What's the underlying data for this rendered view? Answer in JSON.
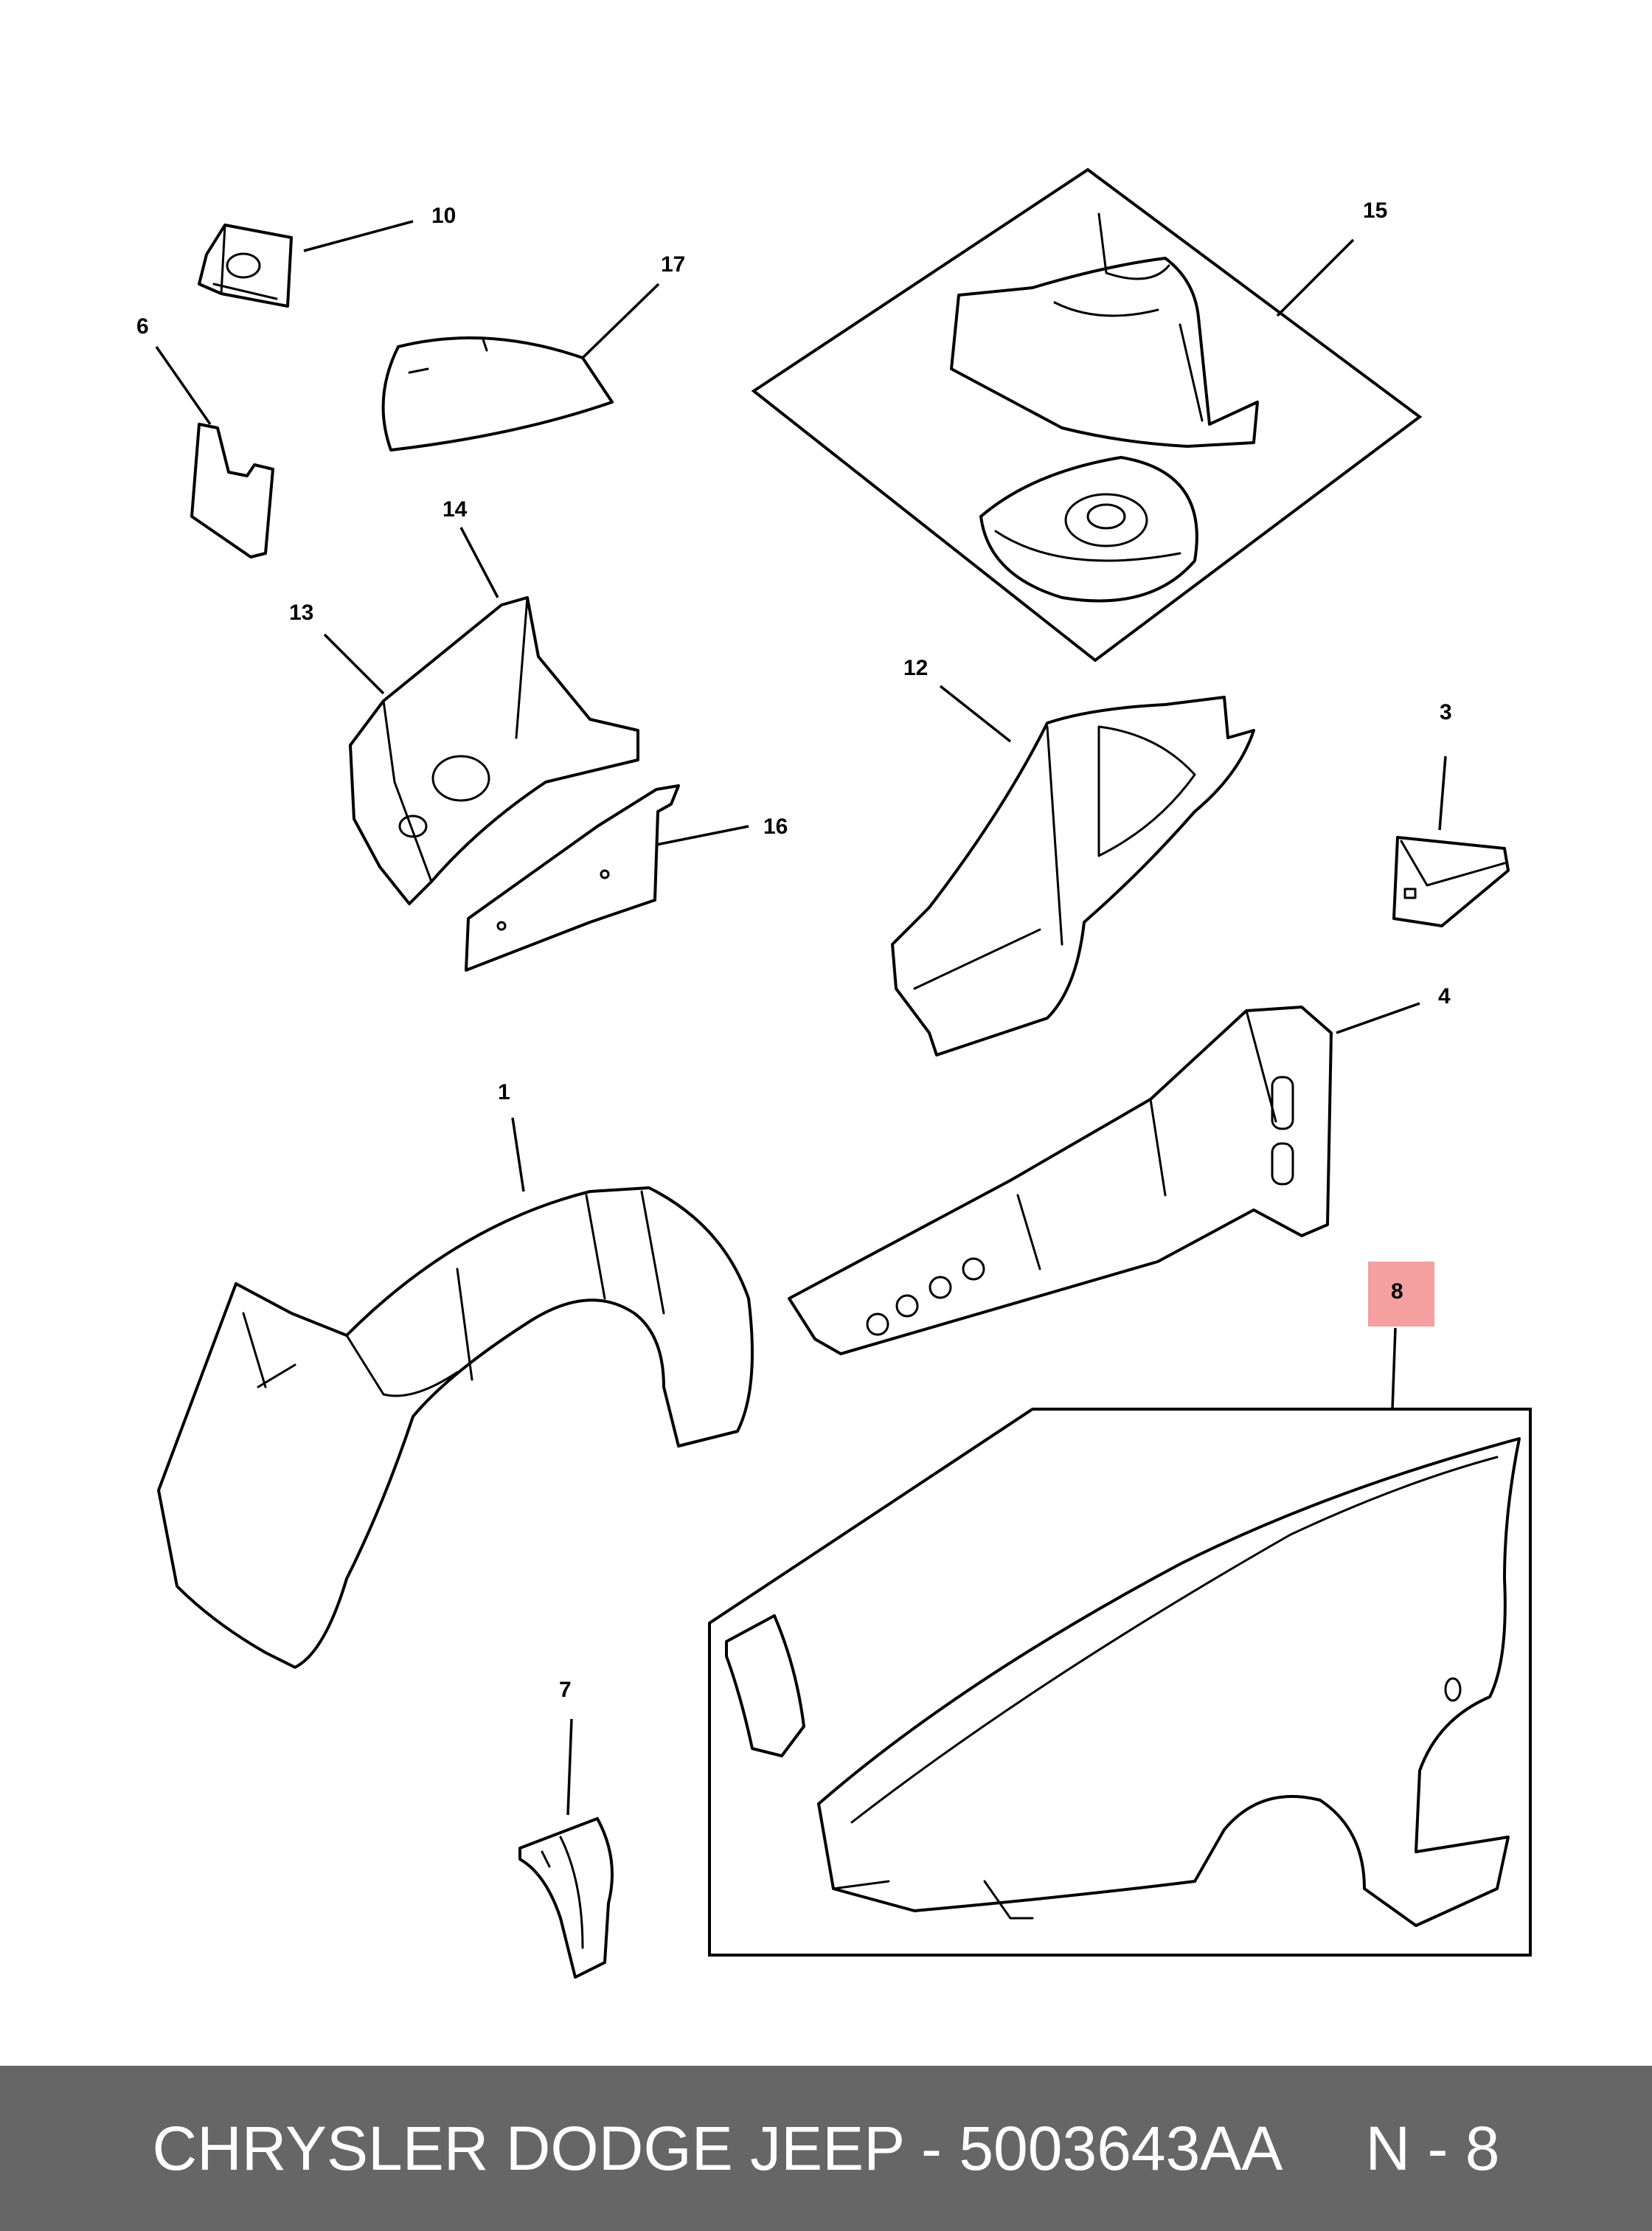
{
  "callouts": {
    "c1": "1",
    "c3": "3",
    "c4": "4",
    "c6": "6",
    "c7": "7",
    "c8": "8",
    "c10": "10",
    "c12": "12",
    "c13": "13",
    "c14": "14",
    "c15": "15",
    "c16": "16",
    "c17": "17"
  },
  "highlight_color": "#f4a0a0",
  "footer": {
    "part_label": "CHRYSLER DODGE JEEP - 5003643AA",
    "page_ref": "N - 8"
  }
}
